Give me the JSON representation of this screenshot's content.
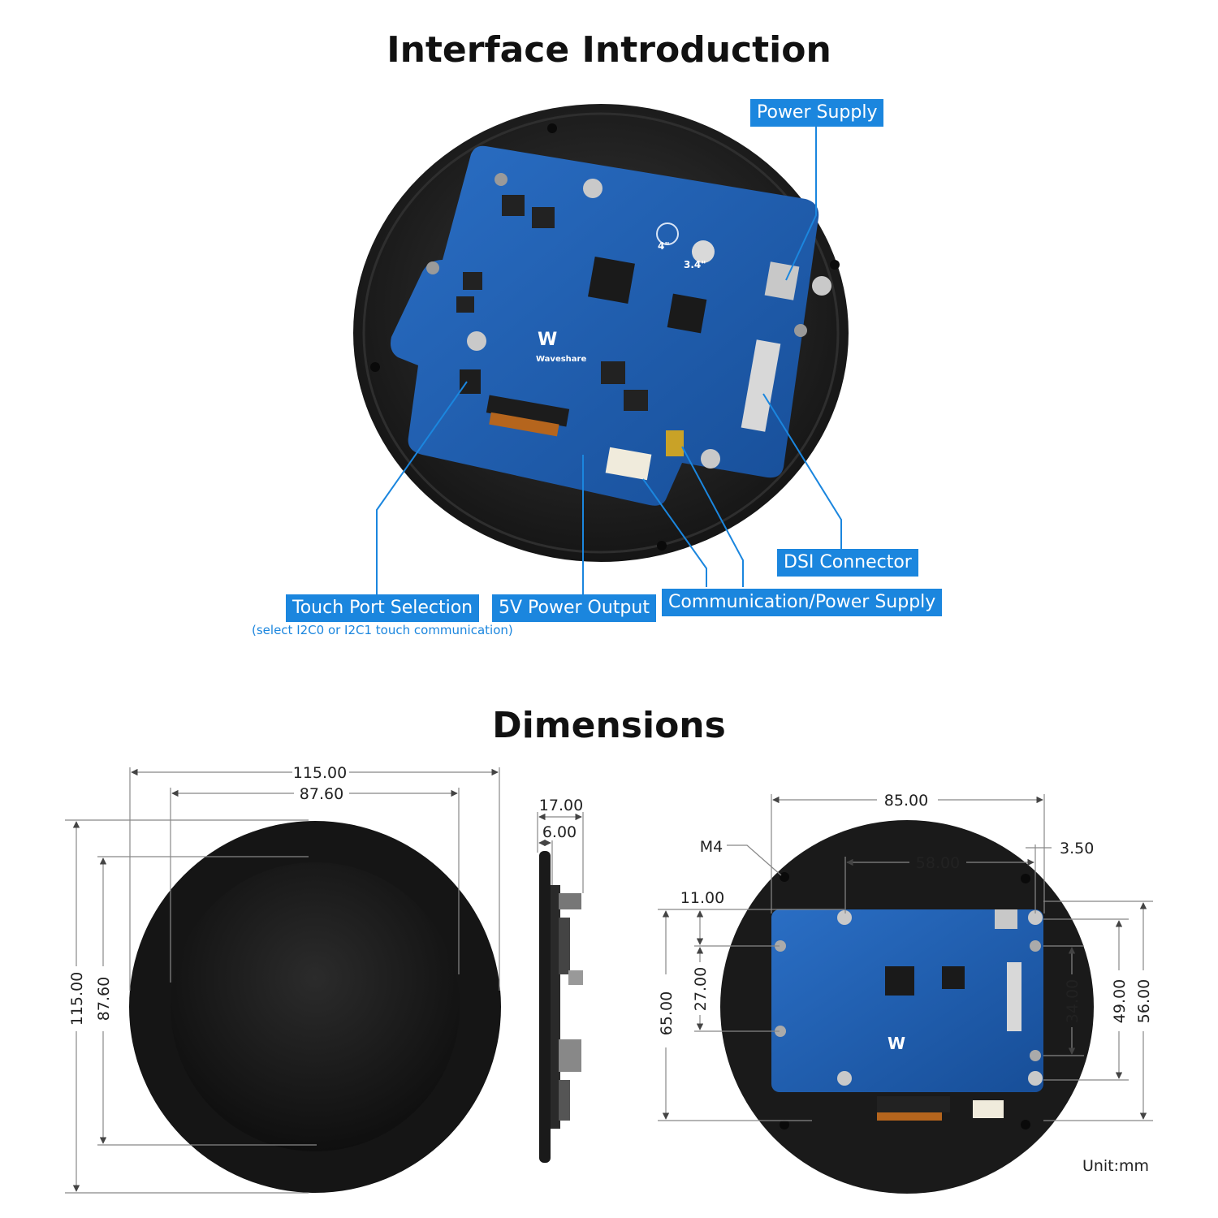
{
  "interface": {
    "title": "Interface Introduction",
    "labels": {
      "power_supply": "Power Supply",
      "dsi_connector": "DSI Connector",
      "touch_port": "Touch Port Selection",
      "touch_port_note": "(select I2C0 or I2C1 touch communication)",
      "power_output": "5V Power Output",
      "comm_power": "Communication/Power Supply"
    },
    "board": {
      "brand": "Waveshare",
      "size_marks": [
        "4\"",
        "3.4\""
      ]
    }
  },
  "dimensions": {
    "title": "Dimensions",
    "front": {
      "width": "115.00",
      "inner_width": "87.60",
      "height": "115.00",
      "inner_height": "87.60"
    },
    "side": {
      "depth": "17.00",
      "panel": "6.00"
    },
    "back": {
      "width": "85.00",
      "hole": "M4",
      "offset": "3.50",
      "spacing": "58.00",
      "top_offset": "11.00",
      "inner_v": "27.00",
      "outer_v": "65.00",
      "right_a": "34.00",
      "right_b": "49.00",
      "right_c": "56.00"
    },
    "unit": "Unit:mm"
  },
  "colors": {
    "accent": "#1b86de",
    "board": "#1f5fb0",
    "panel": "#1a1a1a"
  }
}
